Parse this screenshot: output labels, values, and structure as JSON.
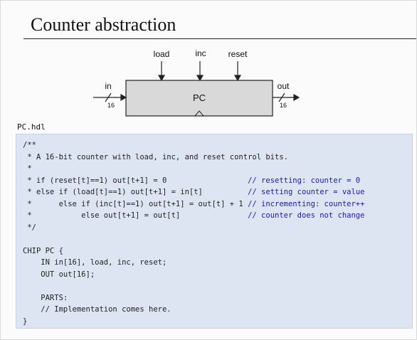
{
  "slide": {
    "title": "Counter abstraction"
  },
  "diagram": {
    "chip_name": "PC",
    "inputs_top": [
      "load",
      "inc",
      "reset"
    ],
    "input_left": "in",
    "output_right": "out",
    "bus_width_in": "16",
    "bus_width_out": "16"
  },
  "code": {
    "file_name": "PC.hdl",
    "lines": [
      {
        "text": "/**",
        "comment": ""
      },
      {
        "text": " * A 16-bit counter with load, inc, and reset control bits.",
        "comment": ""
      },
      {
        "text": " *",
        "comment": ""
      },
      {
        "text": " * if (reset[t]==1) out[t+1] = 0",
        "comment": "// resetting: counter = 0"
      },
      {
        "text": " * else if (load[t]==1) out[t+1] = in[t]",
        "comment": "// setting counter = value"
      },
      {
        "text": " *      else if (inc[t]==1) out[t+1] = out[t] + 1",
        "comment": "// incrementing: counter++"
      },
      {
        "text": " *           else out[t+1] = out[t]",
        "comment": "// counter does not change"
      },
      {
        "text": " */",
        "comment": ""
      },
      {
        "text": "",
        "comment": ""
      },
      {
        "text": "CHIP PC {",
        "comment": ""
      },
      {
        "text": "    IN in[16], load, inc, reset;",
        "comment": ""
      },
      {
        "text": "    OUT out[16];",
        "comment": ""
      },
      {
        "text": "",
        "comment": ""
      },
      {
        "text": "    PARTS:",
        "comment": ""
      },
      {
        "text": "    // Implementation comes here.",
        "comment": ""
      },
      {
        "text": "}",
        "comment": ""
      }
    ]
  }
}
